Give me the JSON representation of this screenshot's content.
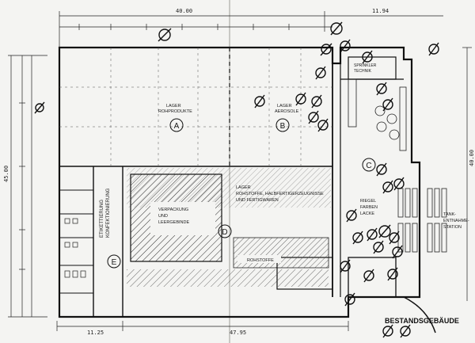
{
  "drawing": {
    "title": "BESTANDSGEBÄUDE",
    "ink": "#1a1a1a",
    "paper": "#f4f4f2",
    "rooms": {
      "A": {
        "letter": "A",
        "name": [
          "LAGER",
          "ROHPRODUKTE"
        ]
      },
      "B": {
        "letter": "B",
        "name": [
          "LAGER",
          "AEROSOLE"
        ]
      },
      "C": {
        "letter": "C"
      },
      "D": {
        "letter": "D",
        "name": [
          "LAGER",
          "ROHSTOFFE, HALBFERTIGERZEUGNISSE",
          "UND FERTIGWAREN"
        ]
      },
      "E": {
        "letter": "E",
        "name": [
          "ETIKETTIERUNG",
          "KONFEKTIONIERUNG"
        ]
      },
      "packaging": [
        "VERPACKUNG",
        "UND",
        "LEERGEBINDE"
      ],
      "rohstoffe": "ROHSTOFFE",
      "riegel": [
        "RIEGEL",
        "FARBEN",
        "LACKE"
      ],
      "sprinkler": [
        "SPRINKLER",
        "TECHNIK"
      ],
      "tank": [
        "TANK-",
        "ENTNAHME-",
        "STATION"
      ]
    },
    "dimensions": {
      "top_total": "40.00",
      "top_right": "11.94",
      "left_total": "45.00",
      "bottom_left": "11.25",
      "bottom_mid": "47.95",
      "right_total": "40.00"
    }
  }
}
